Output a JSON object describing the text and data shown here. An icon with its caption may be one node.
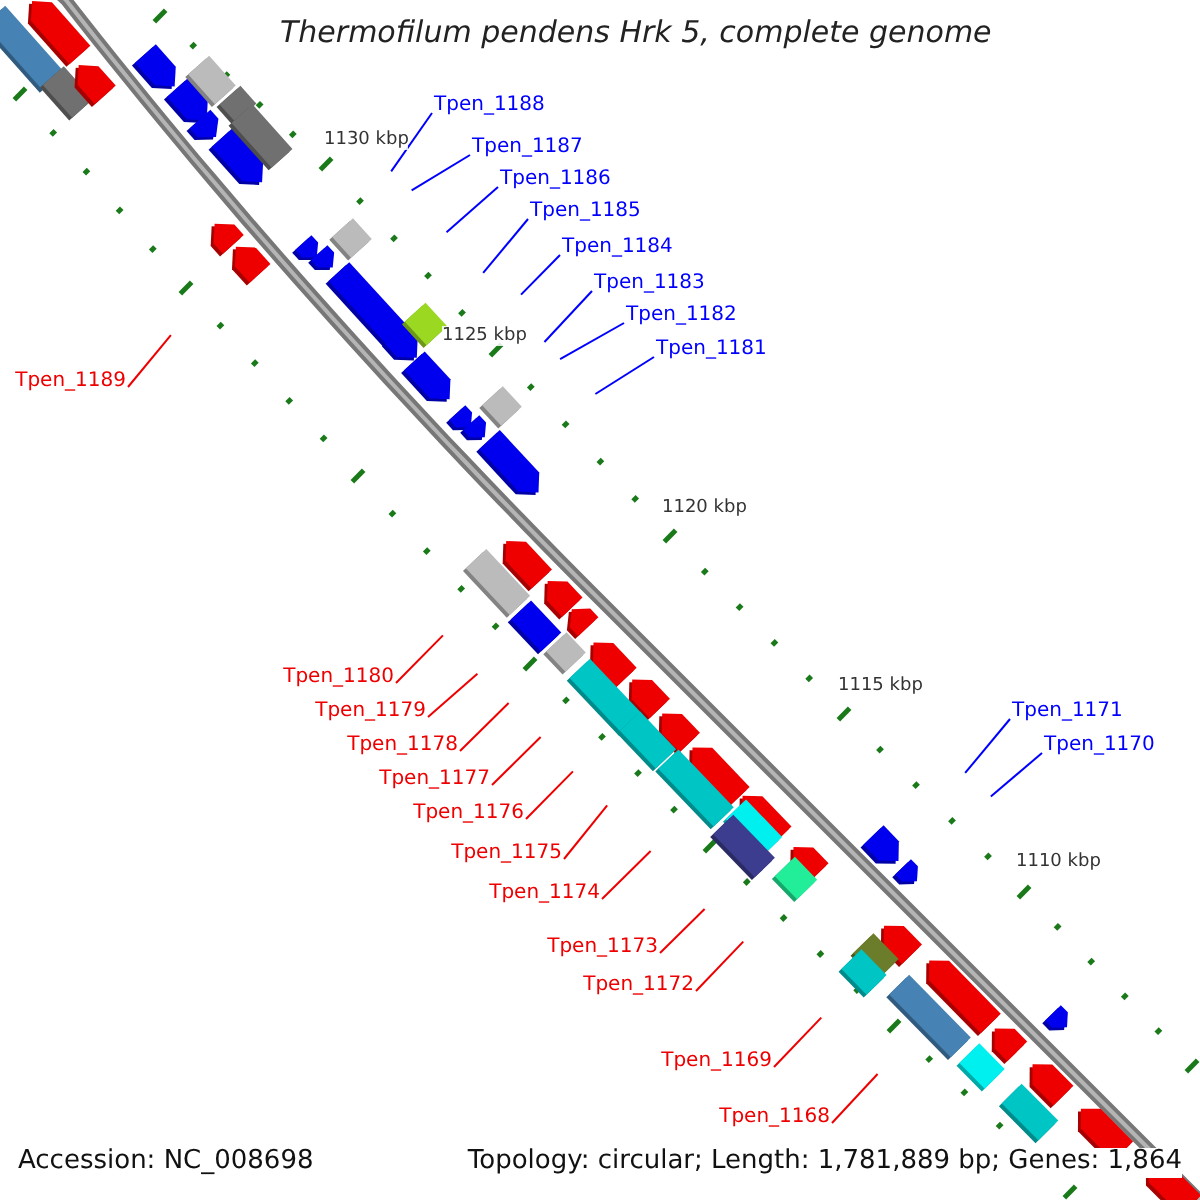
{
  "diagram": {
    "title": "Thermofilum pendens Hrk 5, complete genome",
    "nodes": [
      {
        "text": [
          "Tpen_1188"
        ]
      },
      {
        "text": [
          "Tpen_1187"
        ]
      },
      {
        "text": [
          "Tpen_1186"
        ]
      },
      {
        "text": [
          "Tpen_1185"
        ]
      },
      {
        "text": [
          "Tpen_1184"
        ]
      },
      {
        "text": [
          "Tpen_1183"
        ]
      },
      {
        "text": [
          "Tpen_1182"
        ]
      },
      {
        "text": [
          "Tpen_1181"
        ]
      },
      {
        "text": [
          "Tpen_1189"
        ]
      },
      {
        "text": [
          "Tpen_1180"
        ]
      },
      {
        "text": [
          "Tpen_1179"
        ]
      },
      {
        "text": [
          "Tpen_1178"
        ]
      },
      {
        "text": [
          "Tpen_1177"
        ]
      },
      {
        "text": [
          "Tpen_1176"
        ]
      },
      {
        "text": [
          "Tpen_1175"
        ]
      },
      {
        "text": [
          "Tpen_1174"
        ]
      },
      {
        "text": [
          "Tpen_1173"
        ]
      },
      {
        "text": [
          "Tpen_1172"
        ]
      },
      {
        "text": [
          "Tpen_1171"
        ]
      },
      {
        "text": [
          "Tpen_1170"
        ]
      },
      {
        "text": [
          "Tpen_1169"
        ]
      },
      {
        "text": [
          "Tpen_1168"
        ]
      }
    ],
    "edges": [
      {
        "from": 0,
        "to": null,
        "arrow": "none",
        "color": "#0000ff"
      },
      {
        "from": 1,
        "to": null,
        "arrow": "none",
        "color": "#0000ff"
      },
      {
        "from": 2,
        "to": null,
        "arrow": "none",
        "color": "#0000ff"
      },
      {
        "from": 3,
        "to": null,
        "arrow": "none",
        "color": "#0000ff"
      },
      {
        "from": 4,
        "to": null,
        "arrow": "none",
        "color": "#0000ff"
      },
      {
        "from": 5,
        "to": null,
        "arrow": "none",
        "color": "#0000ff"
      },
      {
        "from": 6,
        "to": null,
        "arrow": "none",
        "color": "#0000ff"
      },
      {
        "from": 7,
        "to": null,
        "arrow": "none",
        "color": "#0000ff"
      },
      {
        "from": 8,
        "to": null,
        "arrow": "none"
      },
      {
        "from": 9,
        "to": null,
        "arrow": "none"
      },
      {
        "from": 10,
        "to": null,
        "arrow": "none"
      },
      {
        "from": 11,
        "to": null,
        "arrow": "none"
      },
      {
        "from": 12,
        "to": null,
        "arrow": "none"
      },
      {
        "from": 13,
        "to": null,
        "arrow": "none"
      },
      {
        "from": 14,
        "to": null,
        "arrow": "none"
      },
      {
        "from": 15,
        "to": null,
        "arrow": "none"
      },
      {
        "from": 16,
        "to": null,
        "arrow": "none"
      },
      {
        "from": 17,
        "to": null,
        "arrow": "none"
      },
      {
        "from": 18,
        "to": null,
        "arrow": "none",
        "color": "#0000ff"
      },
      {
        "from": 19,
        "to": null,
        "arrow": "none",
        "color": "#0000ff"
      },
      {
        "from": 20,
        "to": null,
        "arrow": "none"
      },
      {
        "from": 21,
        "to": null,
        "arrow": "none"
      }
    ],
    "labels": [
      "1130 kbp",
      "1125 kbp",
      "1120 kbp",
      "1115 kbp",
      "1110 kbp",
      "Accession: NC_008698",
      "Topology: circular; Length: 1,781,889 bp; Genes: 1,864"
    ]
  }
}
